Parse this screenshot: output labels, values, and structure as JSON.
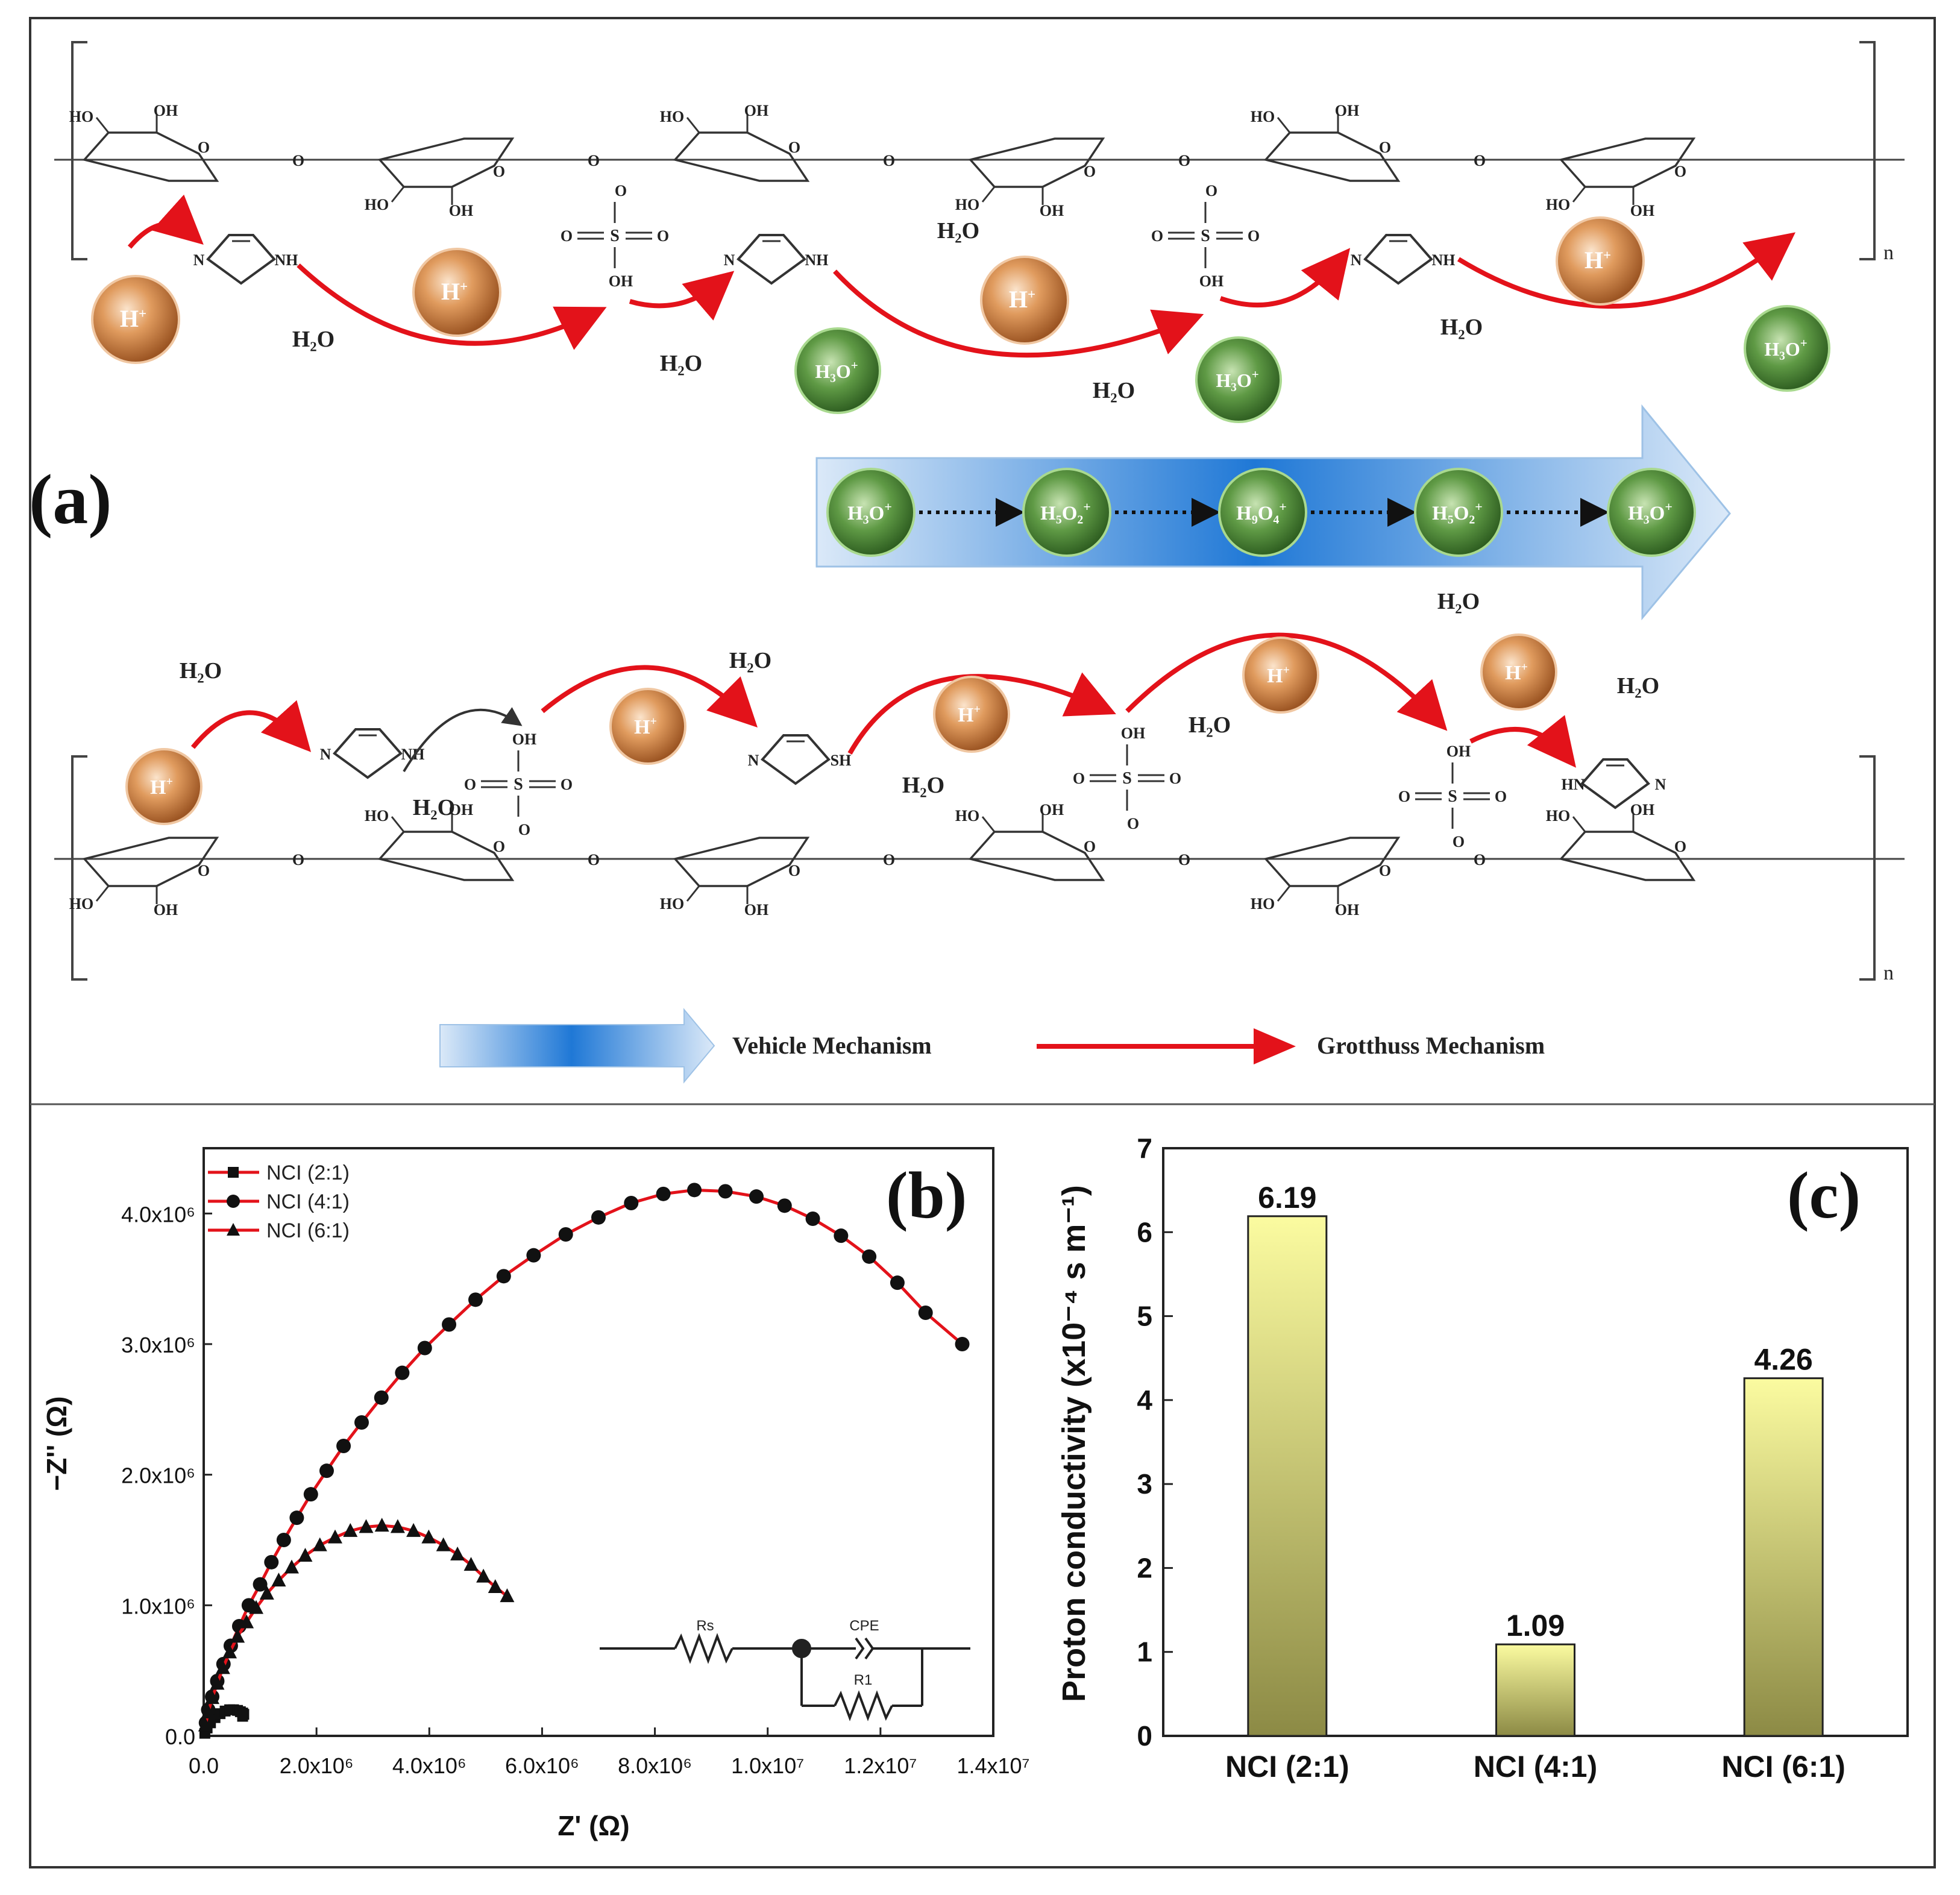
{
  "panel_a": {
    "label": "(a)",
    "molecule_labels": {
      "oh": "OH",
      "ho": "HO",
      "o": "O",
      "s": "S",
      "n": "N",
      "nh": "NH",
      "hn": "HN",
      "sh": "SH",
      "n_sub": "n"
    },
    "species": {
      "h_plus": "H",
      "plus": "+",
      "h2o": "H₂O",
      "h3o": "H₃O",
      "h5o2": "H₅O₂",
      "h9o4": "H₉O₄"
    },
    "legend": {
      "vehicle": "Vehicle Mechanism",
      "grotthuss": "Grotthuss Mechanism"
    },
    "colors": {
      "proton": "#c8773a",
      "hydronium": "#3f7f2f",
      "arrow_red": "#e3121a",
      "vehicle_blue": "#1f78d6"
    }
  },
  "panel_b": {
    "label": "(b)",
    "circuit": {
      "rs": "Rs",
      "cpe": "CPE",
      "r1": "R1"
    }
  },
  "panel_c": {
    "label": "(c)"
  },
  "chart_data": [
    {
      "type": "scatter",
      "xlabel": "Z' (Ω)",
      "ylabel": "−Z'' (Ω)",
      "xlim": [
        0,
        14000000
      ],
      "ylim": [
        0,
        4500000
      ],
      "xticks": [
        "0.0",
        "2.0x10⁶",
        "4.0x10⁶",
        "6.0x10⁶",
        "8.0x10⁶",
        "1.0x10⁷",
        "1.2x10⁷",
        "1.4x10⁷"
      ],
      "xtick_values": [
        0,
        2000000,
        4000000,
        6000000,
        8000000,
        10000000,
        12000000,
        14000000
      ],
      "yticks": [
        "0.0",
        "1.0x10⁶",
        "2.0x10⁶",
        "3.0x10⁶",
        "4.0x10⁶"
      ],
      "ytick_values": [
        0,
        1000000,
        2000000,
        3000000,
        4000000
      ],
      "legend_position": "top-left",
      "fit_color": "#e3121a",
      "series": [
        {
          "name": "NCI (2:1)",
          "marker": "square",
          "x": [
            20000,
            60000,
            120000,
            200000,
            290000,
            380000,
            460000,
            530000,
            600000,
            650000,
            690000,
            710000,
            690000
          ],
          "y": [
            20000,
            60000,
            100000,
            140000,
            170000,
            190000,
            200000,
            200000,
            195000,
            185000,
            175000,
            165000,
            150000
          ]
        },
        {
          "name": "NCI (4:1)",
          "marker": "circle",
          "x": [
            40000,
            80000,
            150000,
            240000,
            350000,
            480000,
            630000,
            800000,
            1000000,
            1200000,
            1420000,
            1650000,
            1900000,
            2180000,
            2480000,
            2800000,
            3150000,
            3520000,
            3920000,
            4350000,
            4820000,
            5320000,
            5850000,
            6420000,
            7000000,
            7580000,
            8150000,
            8700000,
            9250000,
            9800000,
            10300000,
            10800000,
            11300000,
            11800000,
            12300000,
            12800000,
            13450000
          ],
          "y": [
            100000,
            200000,
            300000,
            420000,
            550000,
            690000,
            840000,
            1000000,
            1160000,
            1330000,
            1500000,
            1670000,
            1850000,
            2030000,
            2220000,
            2400000,
            2590000,
            2780000,
            2970000,
            3150000,
            3340000,
            3520000,
            3680000,
            3840000,
            3970000,
            4080000,
            4150000,
            4180000,
            4170000,
            4130000,
            4060000,
            3960000,
            3830000,
            3670000,
            3470000,
            3240000,
            3000000
          ]
        },
        {
          "name": "NCI (6:1)",
          "marker": "triangle",
          "x": [
            30000,
            80000,
            150000,
            240000,
            340000,
            460000,
            600000,
            760000,
            930000,
            1120000,
            1330000,
            1560000,
            1800000,
            2060000,
            2330000,
            2600000,
            2880000,
            3160000,
            3440000,
            3720000,
            3990000,
            4250000,
            4500000,
            4740000,
            4960000,
            5170000,
            5380000
          ],
          "y": [
            80000,
            180000,
            290000,
            400000,
            520000,
            640000,
            760000,
            870000,
            980000,
            1090000,
            1190000,
            1290000,
            1380000,
            1460000,
            1520000,
            1570000,
            1600000,
            1610000,
            1600000,
            1570000,
            1520000,
            1460000,
            1390000,
            1310000,
            1220000,
            1140000,
            1070000
          ]
        }
      ]
    },
    {
      "type": "bar",
      "ylabel": "Proton conductivity (x10⁻⁴ s m⁻¹)",
      "categories": [
        "NCI (2:1)",
        "NCI (4:1)",
        "NCI (6:1)"
      ],
      "values": [
        6.19,
        1.09,
        4.26
      ],
      "value_labels": [
        "6.19",
        "1.09",
        "4.26"
      ],
      "ylim": [
        0,
        7
      ],
      "yticks": [
        "0",
        "1",
        "2",
        "3",
        "4",
        "5",
        "6",
        "7"
      ],
      "bar_colors": {
        "top": "#fbfba0",
        "bottom": "#8c8a45"
      }
    }
  ]
}
